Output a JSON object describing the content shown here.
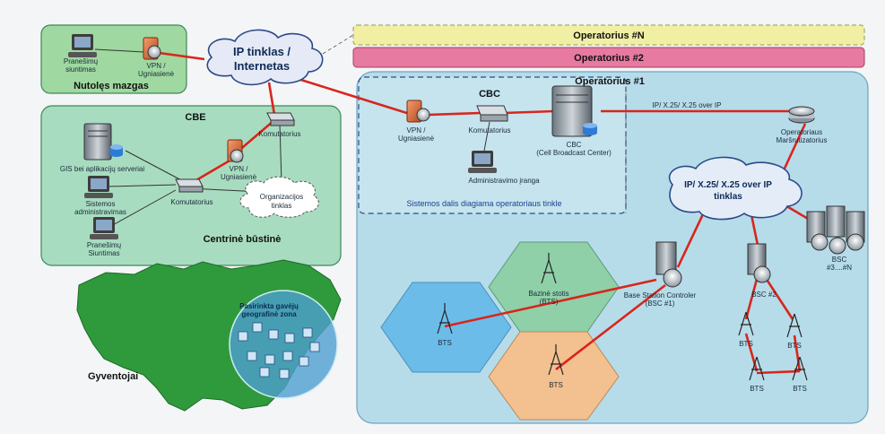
{
  "operators": {
    "n": "Operatorius #N",
    "two": "Operatorius #2",
    "one": "Operatorius #1"
  },
  "cloud_internet": {
    "line1": "IP tinklas /",
    "line2": "Internetas"
  },
  "remote_node": {
    "title": "Nutolęs mazgas",
    "sender": [
      "Pranešimų",
      "siuntimas"
    ],
    "vpn": [
      "VPN /",
      "Ugniasienė"
    ]
  },
  "cbe": {
    "title": "CBE",
    "gis": "GIS bei aplikacijų serveriai",
    "admin": [
      "Sistemos",
      "administravimas"
    ],
    "sender": [
      "Pranešimų",
      "Siuntimas"
    ],
    "switch_main": "Komutatorius",
    "switch_top": "Komutatorius",
    "vpn": [
      "VPN /",
      "Ugniasienė"
    ],
    "org_net": [
      "Organizacijos",
      "tinklas"
    ],
    "footer": "Centrinė būstinė"
  },
  "cbc": {
    "title": "CBC",
    "vpn": [
      "VPN /",
      "Ugniasienė"
    ],
    "switch": "Komutatorius",
    "admin_equipment": "Administravimo įranga",
    "server": [
      "CBC",
      "(Cell Broadcast Center)"
    ],
    "footer": "Sistemos dalis diagiama operatoriaus tinkle"
  },
  "operator_net": {
    "link_label": "IP/ X.25/ X.25 over IP",
    "router": [
      "Operatoriaus",
      "Maršrutizatorius"
    ],
    "cloud": [
      "IP/ X.25/ X.25 over IP",
      "tinklas"
    ],
    "bsc1": [
      "Base Station Controler",
      "(BSC #1)"
    ],
    "bsc2": "BSC #2",
    "bsc_n": [
      "BSC",
      "#3....#N"
    ],
    "base_station": [
      "Bazinė stotis",
      "(BTS)"
    ],
    "bts": "BTS"
  },
  "map": {
    "population": "Gyventojai",
    "zone": [
      "Pasirinkta gavėjų",
      "geografinė zona"
    ]
  },
  "colors": {
    "red_link": "#d8261c",
    "remote_bg": "#9fd8a0",
    "cbe_bg": "#a8dcc0",
    "operator_bg": "#b6dcea",
    "op_n": "#f1efa4",
    "op_2": "#e77aa1",
    "map_green": "#2f9a3c",
    "hex_blue": "#6cbcea",
    "hex_green": "#8fd0a8",
    "hex_orange": "#f3c08f"
  }
}
